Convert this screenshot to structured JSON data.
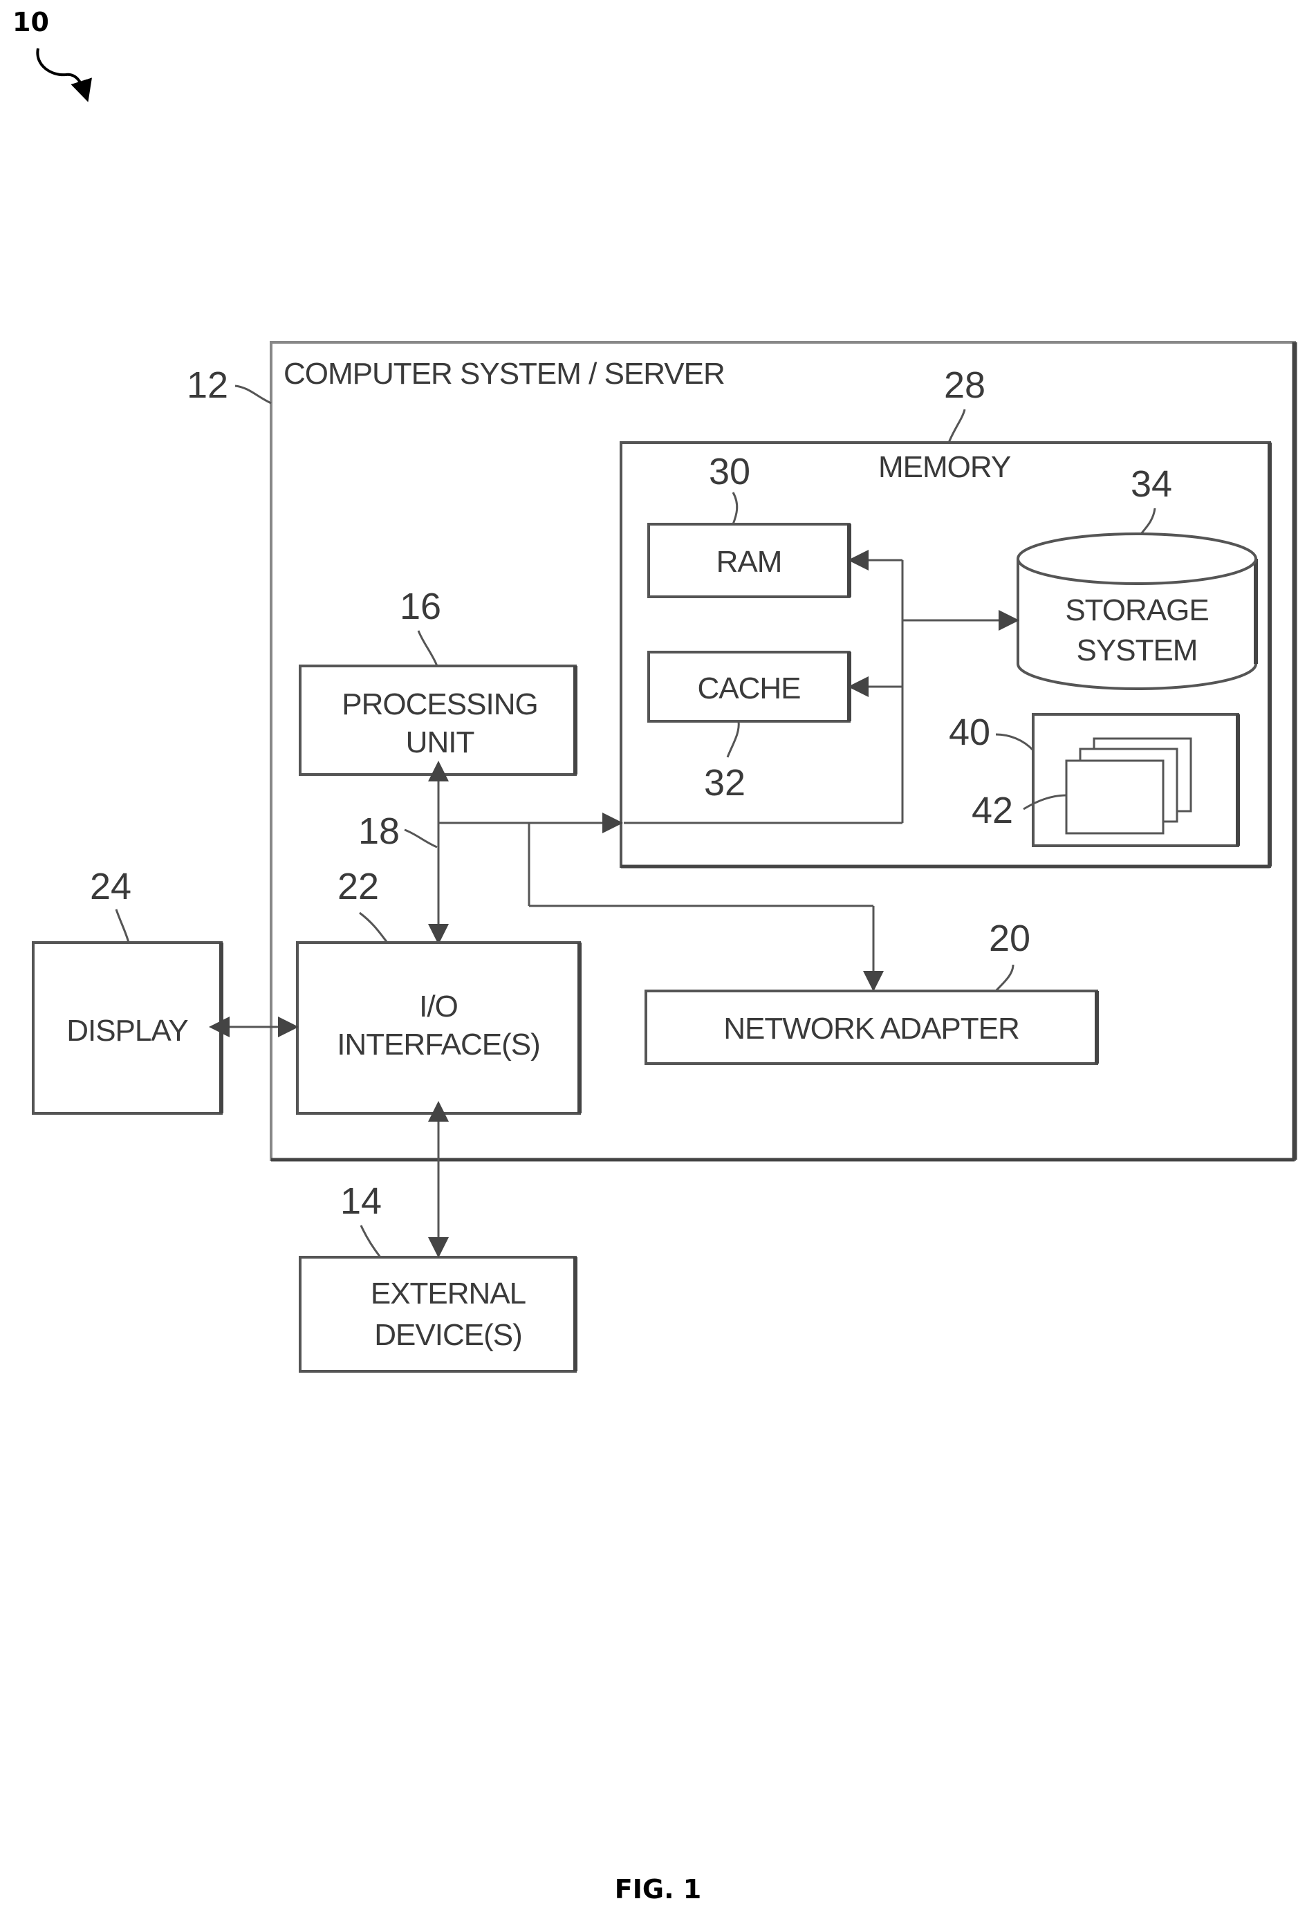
{
  "figure": {
    "ref": "10",
    "caption": "FIG. 1"
  },
  "computer_system": {
    "ref": "12",
    "label": "COMPUTER SYSTEM / SERVER"
  },
  "memory": {
    "ref": "28",
    "label": "MEMORY"
  },
  "ram": {
    "ref": "30",
    "label": "RAM"
  },
  "cache": {
    "ref": "32",
    "label": "CACHE"
  },
  "storage": {
    "ref": "34",
    "line1": "STORAGE",
    "line2": "SYSTEM"
  },
  "program": {
    "ref": "40"
  },
  "program_modules": {
    "ref": "42"
  },
  "processing_unit": {
    "ref": "16",
    "line1": "PROCESSING",
    "line2": "UNIT"
  },
  "bus": {
    "ref": "18"
  },
  "io_interface": {
    "ref": "22",
    "line1": "I/O",
    "line2": "INTERFACE(S)"
  },
  "network_adapter": {
    "ref": "20",
    "label": "NETWORK ADAPTER"
  },
  "display": {
    "ref": "24",
    "label": "DISPLAY"
  },
  "external_devices": {
    "ref": "14",
    "line1": "EXTERNAL",
    "line2": "DEVICE(S)"
  }
}
